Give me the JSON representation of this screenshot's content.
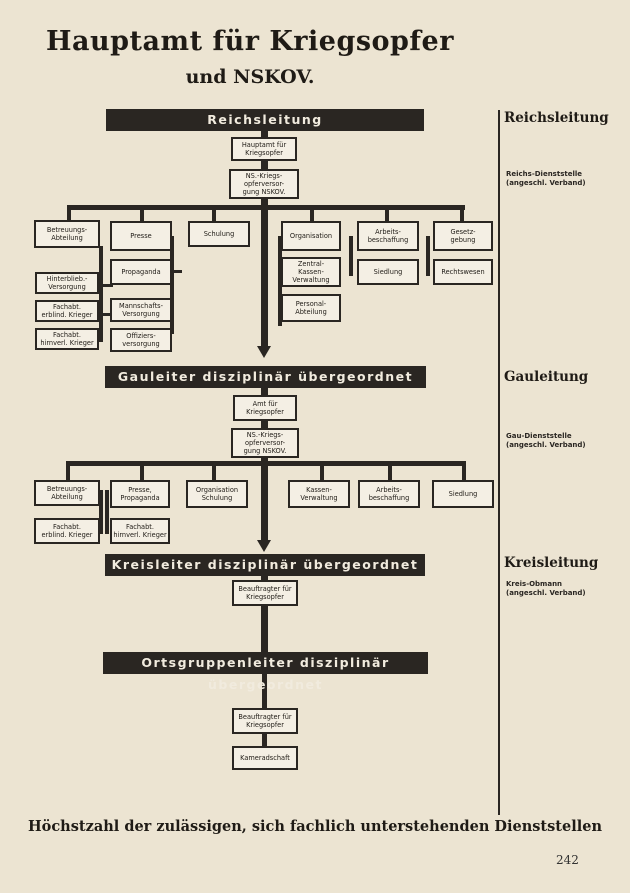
{
  "title": "Hauptamt für Kriegsopfer",
  "subtitle": "und NSKOV.",
  "bars": {
    "reich": "Reichsleitung",
    "gau": "Gauleiter disziplinär übergeordnet",
    "kreis": "Kreisleiter disziplinär übergeordnet",
    "orts": "Ortsgruppenleiter disziplinär übergeordnet"
  },
  "side": {
    "reich_title": "Reichsleitung",
    "reich_sub": "Reichs-Dienststelle\n(angeschl. Verband)",
    "gau_title": "Gauleitung",
    "gau_sub": "Gau-Dienststelle\n(angeschl. Verband)",
    "kreis_title": "Kreisleitung",
    "kreis_sub": "Kreis-Obmann\n(angeschl. Verband)"
  },
  "reich_boxes": {
    "hauptamt": "Hauptamt für\nKriegsopfer",
    "nskov": "NS.-Kriegs-\nopferversor-\ngung NSKOV.",
    "betreuung": "Betreuungs-\nAbteilung",
    "presse": "Presse",
    "schulung": "Schulung",
    "organisation": "Organisation",
    "arbeit": "Arbeits-\nbeschaffung",
    "gesetz": "Gesetz-\ngebung",
    "hinterbl": "Hinterblieb.-\nVersorgung",
    "propaganda": "Propaganda",
    "zentral": "Zentral-\nKassen-\nVerwaltung",
    "siedlung": "Siedlung",
    "recht": "Rechtswesen",
    "erblind": "Fachabt.\nerblind. Krieger",
    "mann": "Mannschafts-\nVersorgung",
    "personal": "Personal-\nAbteilung",
    "hirn": "Fachabt.\nhirnverl. Krieger",
    "offizier": "Offiziers-\nversorgung"
  },
  "gau_boxes": {
    "amt": "Amt für\nKriegsopfer",
    "nskov": "NS.-Kriegs-\nopferversor-\ngung NSKOV.",
    "betreuung": "Betreuungs-\nAbteilung",
    "presse": "Presse,\nPropaganda",
    "org": "Organisation\nSchulung",
    "kassen": "Kassen-\nVerwaltung",
    "arbeit": "Arbeits-\nbeschaffung",
    "siedlung": "Siedlung",
    "erblind": "Fachabt.\nerblind. Krieger",
    "hirn": "Fachabt.\nhirnverl. Krieger"
  },
  "kreis_box": "Beauftragter für\nKriegsopfer",
  "orts_boxes": {
    "beauftragter": "Beauftragter für\nKriegsopfer",
    "kamerad": "Kameradschaft"
  },
  "footer": "Höchstzahl der zulässigen, sich fachlich unterstehenden Dienststellen",
  "page_number": "242"
}
